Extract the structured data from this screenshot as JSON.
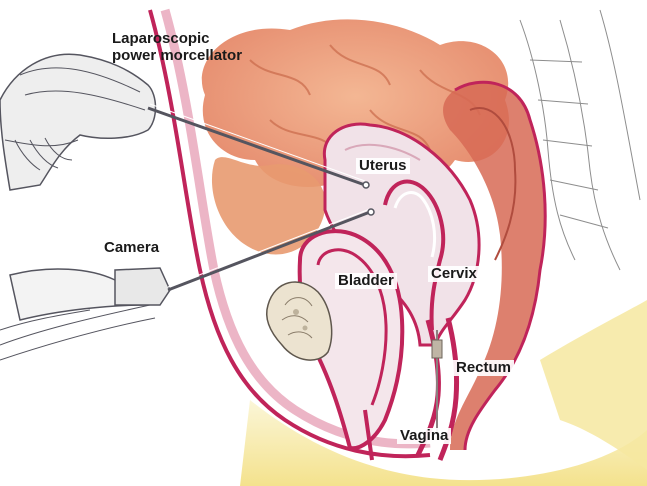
{
  "labels": {
    "morcellator_line1": "Laparoscopic",
    "morcellator_line2": "power morcellator",
    "uterus": "Uterus",
    "camera": "Camera",
    "bladder": "Bladder",
    "cervix": "Cervix",
    "rectum": "Rectum",
    "vagina": "Vagina"
  },
  "colors": {
    "wall_outline": "#c0245a",
    "wall_fill": "#e7a2b8",
    "bowel": "#e3936c",
    "uterus_fill": "#f1e2e8",
    "skin_fill": "#f6ecb2",
    "instrument_line": "#55555f"
  }
}
